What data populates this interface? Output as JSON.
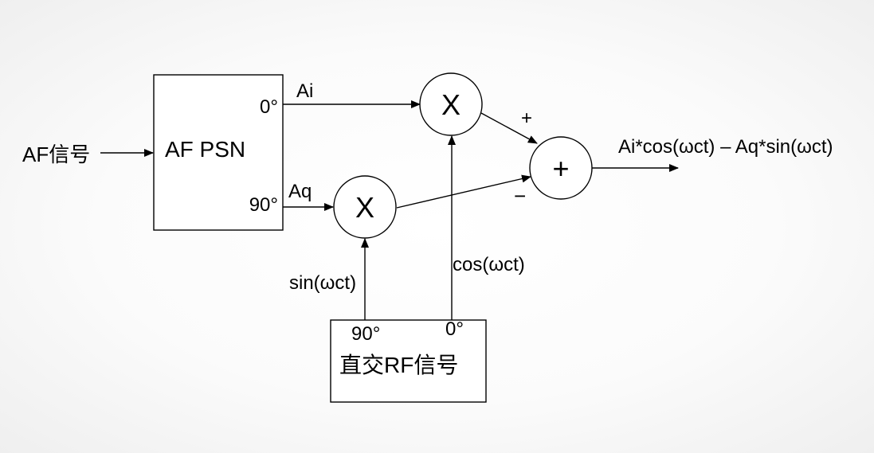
{
  "input_label": "AF信号",
  "psn_block": {
    "label": "AF PSN",
    "port_0": "0°",
    "port_90": "90°"
  },
  "signals": {
    "ai": "Ai",
    "aq": "Aq",
    "sin_label": "sin(ωct)",
    "cos_label": "cos(ωct)"
  },
  "mixer_top": {
    "symbol": "X"
  },
  "mixer_bottom": {
    "symbol": "X"
  },
  "summer": {
    "symbol": "+",
    "plus_sign": "+",
    "minus_sign": "−"
  },
  "rf_block": {
    "label": "直交RF信号",
    "port_90": "90°",
    "port_0": "0°"
  },
  "output_label": "Ai*cos(ωct) – Aq*sin(ωct)"
}
